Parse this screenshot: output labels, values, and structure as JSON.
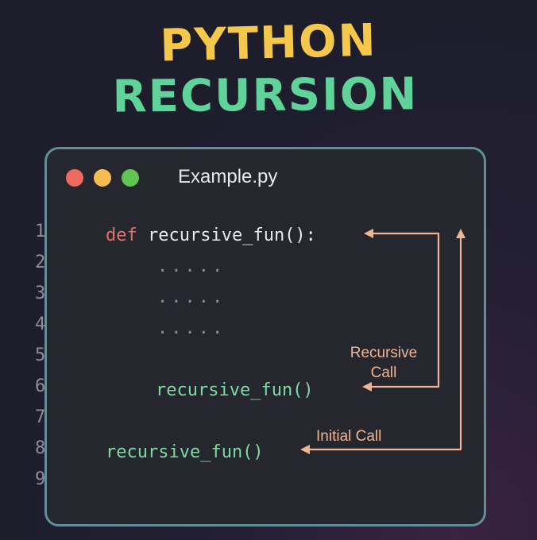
{
  "title": {
    "line1": "PYTHON",
    "line2": "RECURSION"
  },
  "window": {
    "filename": "Example.py",
    "traffic_lights": {
      "close_color": "#ee6b60",
      "minimize_color": "#f5bd4f",
      "maximize_color": "#61c554"
    }
  },
  "code": {
    "lines": [
      {
        "num": "1",
        "keyword": "def",
        "text": "recursive_fun():"
      },
      {
        "num": "2",
        "text": "....."
      },
      {
        "num": "3",
        "text": "....."
      },
      {
        "num": "4",
        "text": "....."
      },
      {
        "num": "5",
        "text": ""
      },
      {
        "num": "6",
        "text": "recursive_fun()"
      },
      {
        "num": "7",
        "text": ""
      },
      {
        "num": "8",
        "text": "recursive_fun()"
      },
      {
        "num": "9",
        "text": ""
      }
    ]
  },
  "annotations": {
    "recursive_call_line1": "Recursive",
    "recursive_call_line2": "Call",
    "initial_call": "Initial Call"
  },
  "colors": {
    "title_line1": "#f5c84b",
    "title_line2": "#5fd39a",
    "keyword": "#e0746b",
    "function_call": "#7cdba2",
    "arrow": "#f0b693",
    "window_border": "#5e8f96"
  }
}
